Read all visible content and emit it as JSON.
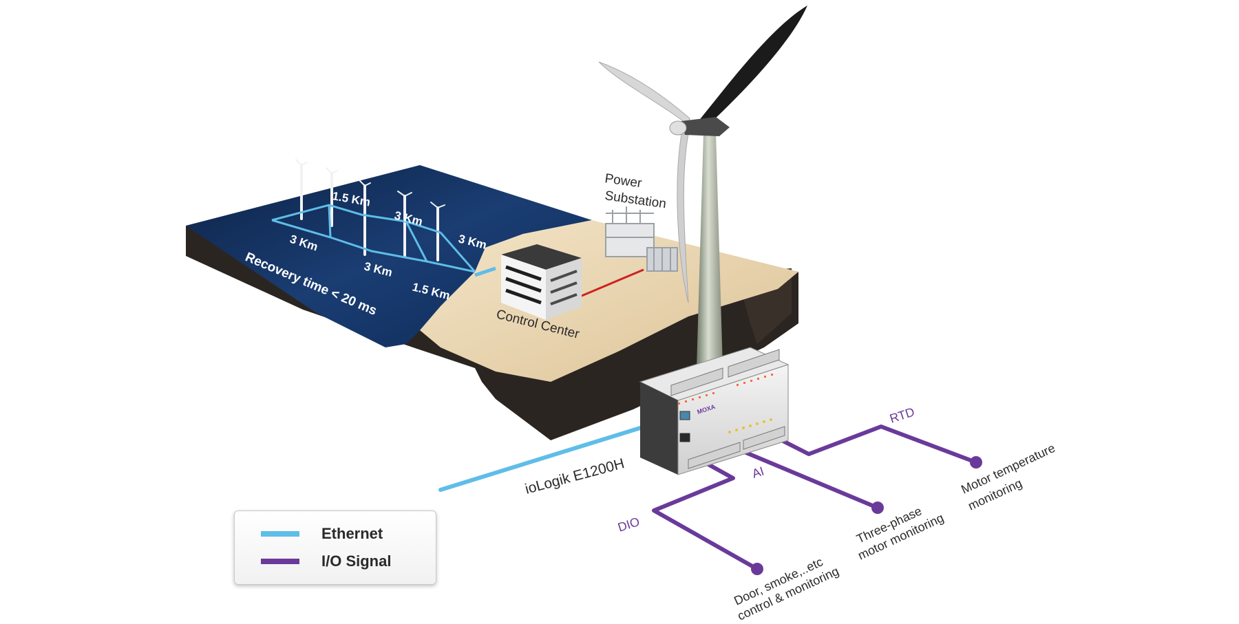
{
  "labels": {
    "dist_1_5_top": "1.5 Km",
    "dist_3_top": "3 Km",
    "dist_3_left": "3 Km",
    "dist_3_right": "3 Km",
    "dist_3_mid": "3 Km",
    "dist_1_5_bottom": "1.5 Km",
    "recovery_time": "Recovery time < 20 ms",
    "power_substation_line1": "Power",
    "power_substation_line2": "Substation",
    "control_center": "Control Center",
    "device_name": "ioLogik E1200H",
    "device_brand": "MOXA",
    "rtd": "RTD",
    "ai": "AI",
    "dio": "DIO",
    "motor_temp_line1": "Motor temperature",
    "motor_temp_line2": "monitoring",
    "three_phase_line1": "Three-phase",
    "three_phase_line2": "motor monitoring",
    "door_smoke_line1": "Door, smoke,..etc",
    "door_smoke_line2": "control & monitoring"
  },
  "legend": {
    "ethernet": "Ethernet",
    "io_signal": "I/O Signal"
  },
  "colors": {
    "ethernet": "#5fbde8",
    "io_signal": "#6a3a9a",
    "sea": "#15315e",
    "sand": "#ecd9b8",
    "power_line": "#cc2222"
  }
}
